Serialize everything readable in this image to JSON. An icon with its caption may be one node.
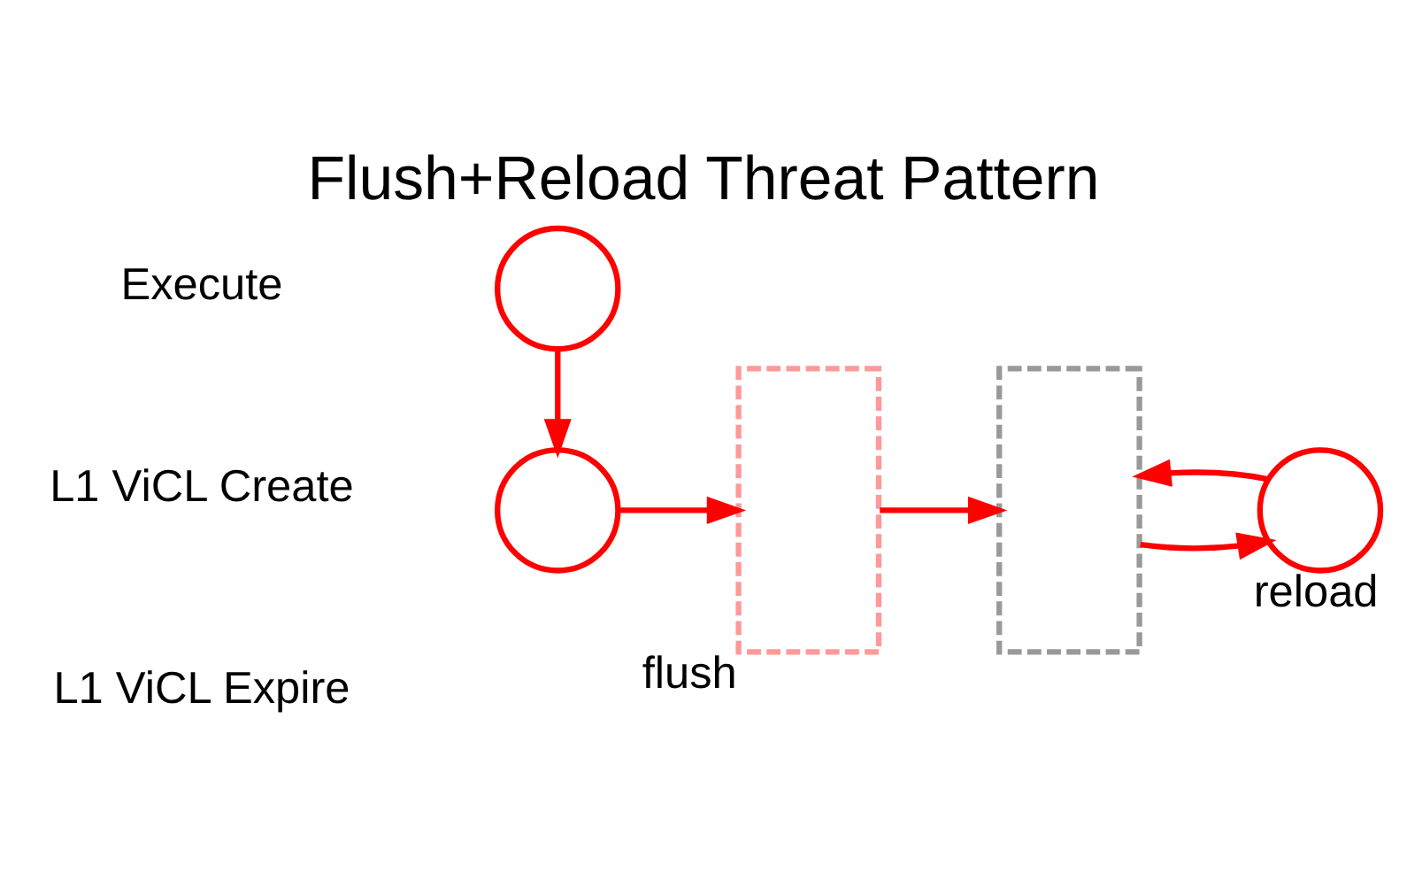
{
  "diagram": {
    "title": "Flush+Reload Threat Pattern",
    "nodes": [
      {
        "text": [],
        "shape": "circle"
      },
      {
        "text": [],
        "shape": "circle"
      },
      {
        "text": [],
        "shape": "box",
        "beside": [
          "flush"
        ]
      },
      {
        "text": [],
        "shape": "box"
      },
      {
        "text": [],
        "shape": "circle",
        "beside": [
          "reload"
        ]
      }
    ],
    "edges": [
      {
        "from": 0,
        "to": 1,
        "arrow": "to"
      },
      {
        "from": 1,
        "to": 2,
        "arrow": "to"
      },
      {
        "from": 2,
        "to": 3,
        "arrow": "to"
      },
      {
        "from": 3,
        "to": 4,
        "arrow": "to"
      },
      {
        "from": 4,
        "to": 3,
        "arrow": "to"
      }
    ],
    "labels": [
      "Execute",
      "L1 ViCL Create",
      "L1 ViCL Expire"
    ]
  }
}
